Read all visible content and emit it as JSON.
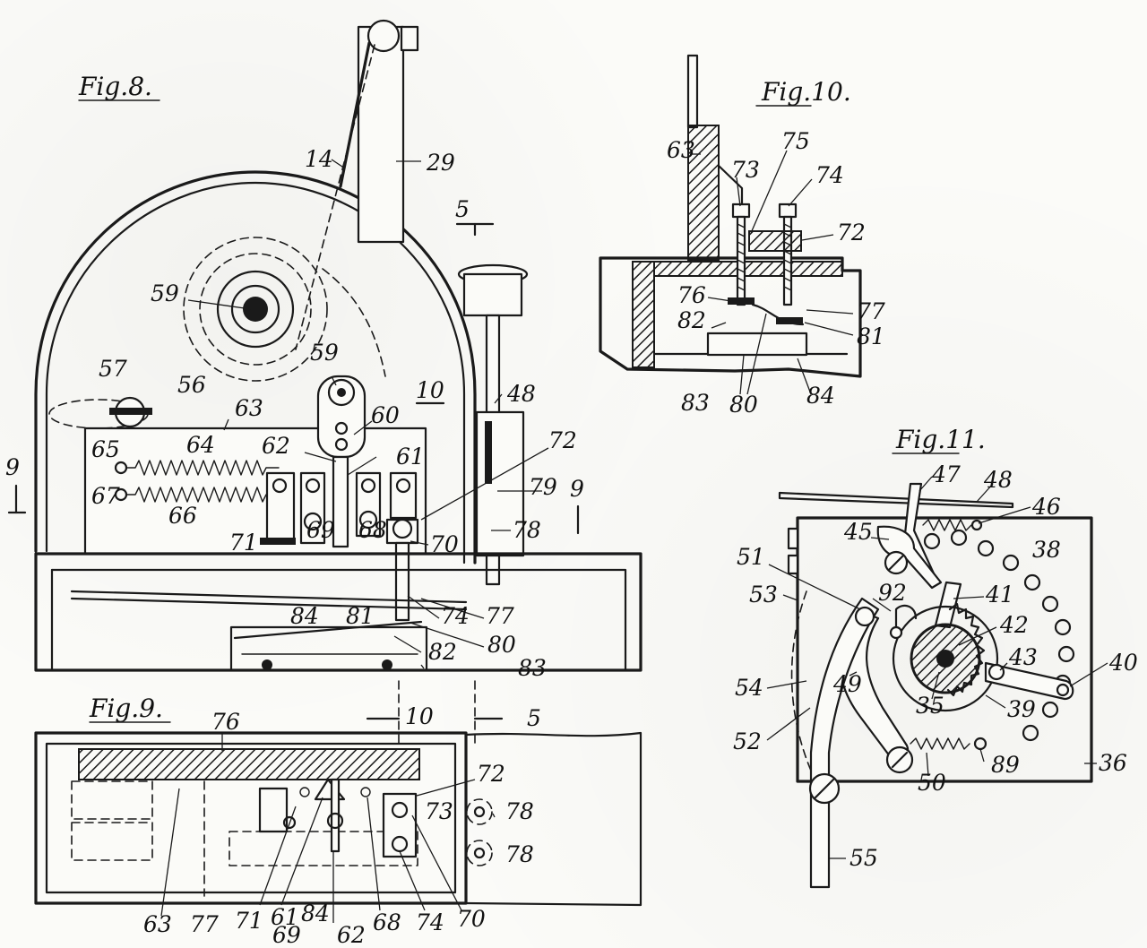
{
  "figures": {
    "fig8": {
      "title": "Fig.8.",
      "labels": {
        "n14": "14",
        "n29": "29",
        "n59a": "59",
        "n59b": "59",
        "n57": "57",
        "n56": "56",
        "n63": "63",
        "n10": "10",
        "n60": "60",
        "n48": "48",
        "n72": "72",
        "n62": "62",
        "n61": "61",
        "n65": "65",
        "n64": "64",
        "n67": "67",
        "n66": "66",
        "n71": "71",
        "n69": "69",
        "n68": "68",
        "n70": "70",
        "n79": "79",
        "n78": "78",
        "n9a": "9",
        "n9b": "9",
        "n5a": "5",
        "n74": "74",
        "n77": "77",
        "n84": "84",
        "n81": "81",
        "n80": "80",
        "n82": "82",
        "n83": "83",
        "n10b": "10",
        "n5b": "5"
      }
    },
    "fig9": {
      "title": "Fig.9.",
      "labels": {
        "n76": "76",
        "n72": "72",
        "n73": "73",
        "n78a": "78",
        "n78b": "78",
        "n63": "63",
        "n77": "77",
        "n71": "71",
        "n61": "61",
        "n69": "69",
        "n84": "84",
        "n62": "62",
        "n68": "68",
        "n74": "74",
        "n70": "70"
      }
    },
    "fig10": {
      "title": "Fig.10.",
      "labels": {
        "n63": "63",
        "n73": "73",
        "n75": "75",
        "n74": "74",
        "n72": "72",
        "n76": "76",
        "n77": "77",
        "n82": "82",
        "n81": "81",
        "n83": "83",
        "n80": "80",
        "n84": "84"
      }
    },
    "fig11": {
      "title": "Fig.11.",
      "labels": {
        "n47": "47",
        "n48": "48",
        "n46": "46",
        "n45": "45",
        "n38": "38",
        "n51": "51",
        "n92": "92",
        "n41": "41",
        "n53": "53",
        "n42": "42",
        "n43": "43",
        "n40": "40",
        "n54": "54",
        "n49": "49",
        "n35": "35",
        "n39": "39",
        "n52": "52",
        "n50": "50",
        "n89": "89",
        "n36": "36",
        "n55": "55"
      }
    }
  },
  "colors": {
    "ink": "#1a1a1a",
    "paper": "#fbfbf8"
  }
}
